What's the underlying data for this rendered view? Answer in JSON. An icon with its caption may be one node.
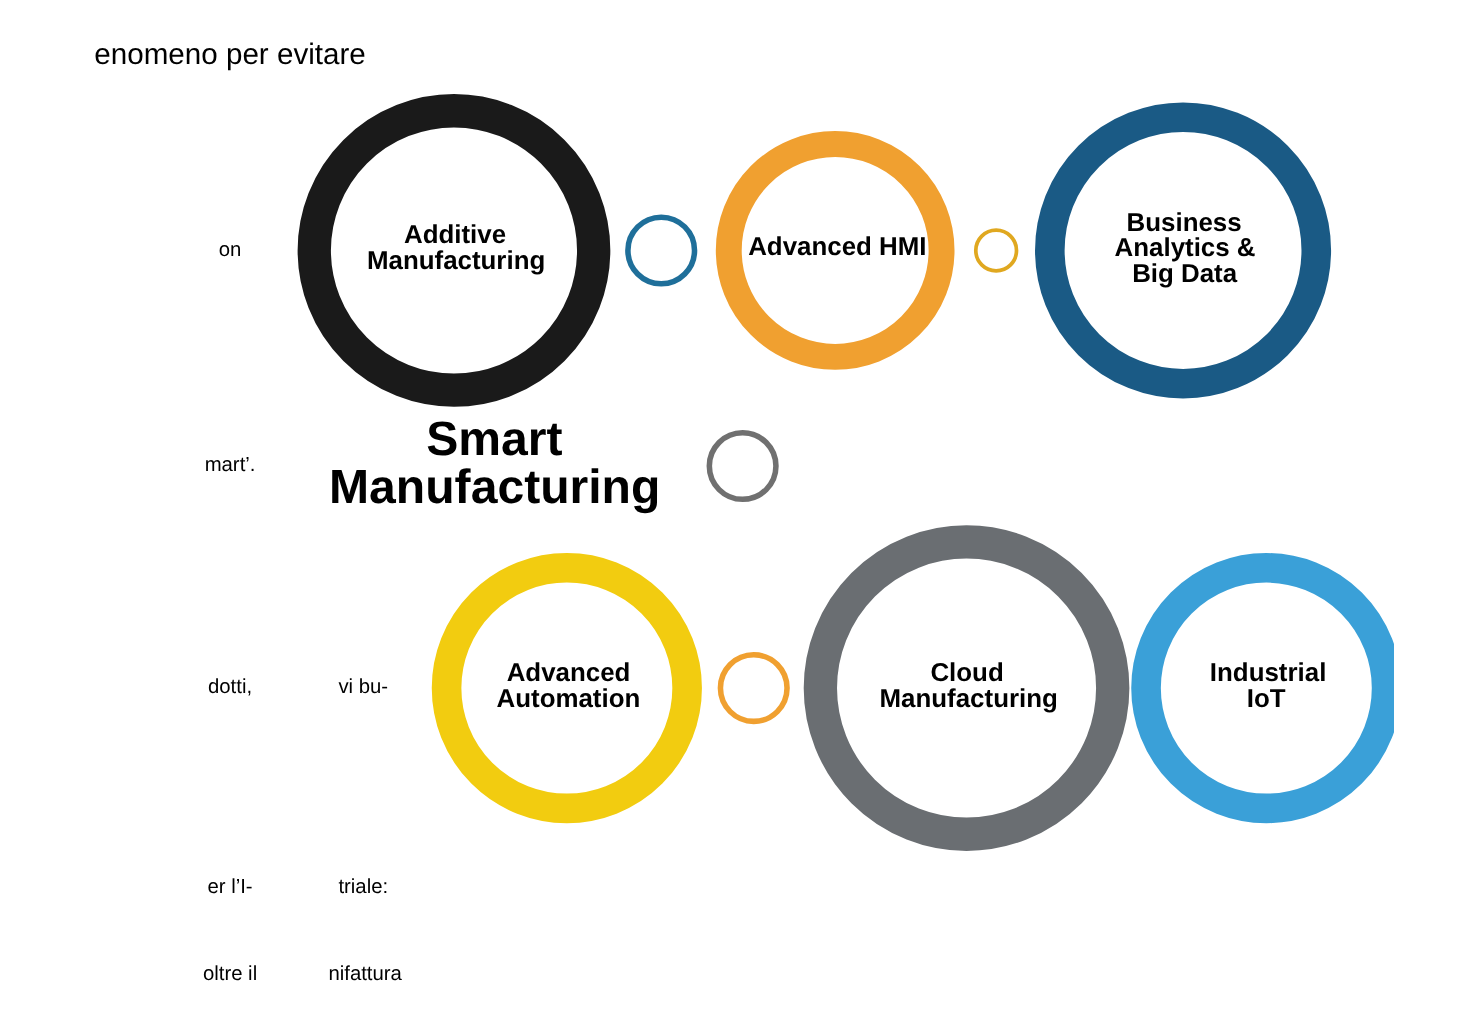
{
  "diagram": {
    "nodes": [
      {
        "text": [],
        "shape": "circle"
      },
      {
        "text": [
          "Advanced HMI"
        ]
      },
      {
        "text": [],
        "shape": "circle"
      },
      {
        "text": [
          "Business Analytics & Big Data"
        ]
      },
      {
        "text": [
          "Additive Manufacturing"
        ]
      },
      {
        "text": [],
        "shape": "circle"
      },
      {
        "text": [],
        "shape": "circle"
      },
      {
        "text": [
          "Advanced Automation"
        ]
      },
      {
        "text": [
          "Cloud Manufacturing"
        ]
      },
      {
        "text": [
          "Industrial IoT"
        ]
      }
    ],
    "labels": [
      "enomeno per evitare",
      "Smart Manufacturing",
      "on",
      "mart’.",
      "dotti,",
      "vi bu-",
      "er l’I-",
      "triale:",
      "oltre il",
      "nifattura"
    ]
  }
}
